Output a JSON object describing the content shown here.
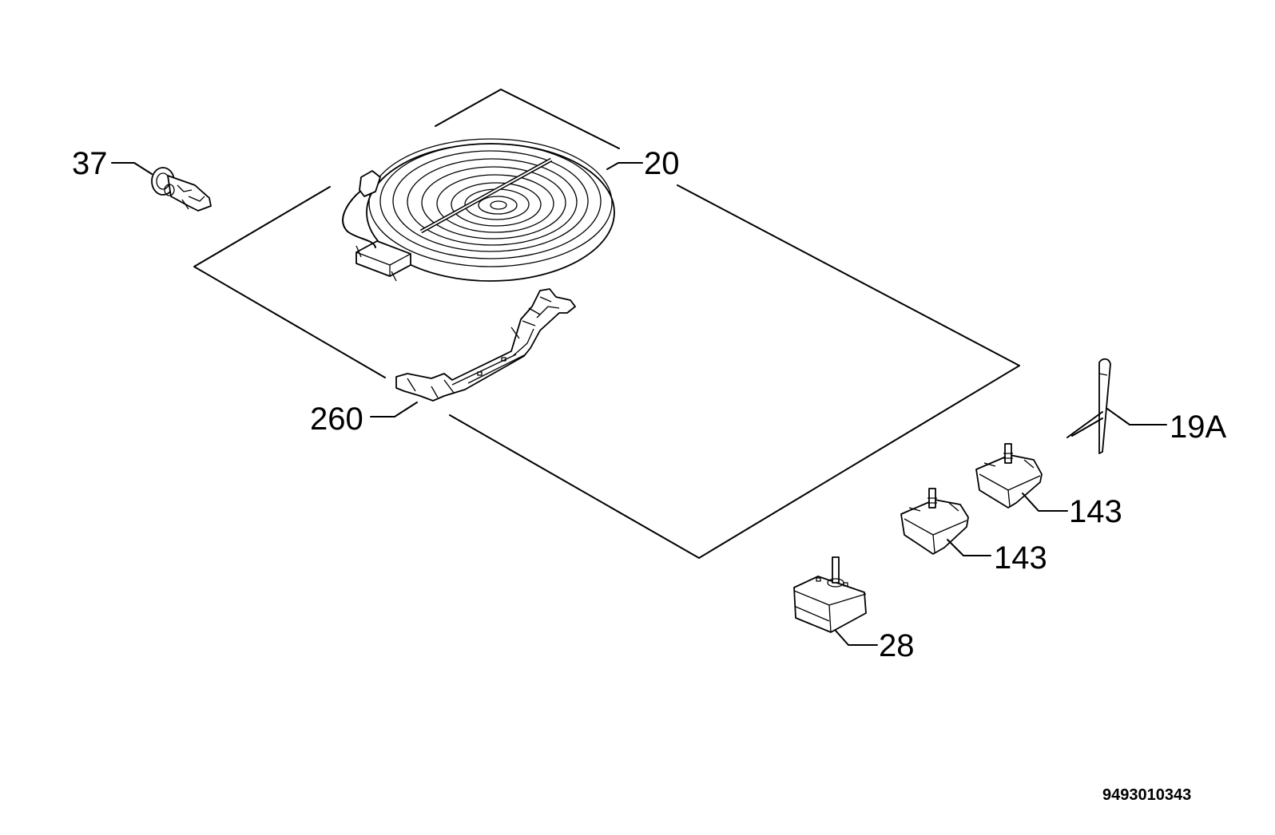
{
  "callouts": {
    "c37": "37",
    "c20": "20",
    "c260": "260",
    "c19a": "19A",
    "c143a": "143",
    "c143b": "143",
    "c28": "28"
  },
  "document_number": "9493010343"
}
